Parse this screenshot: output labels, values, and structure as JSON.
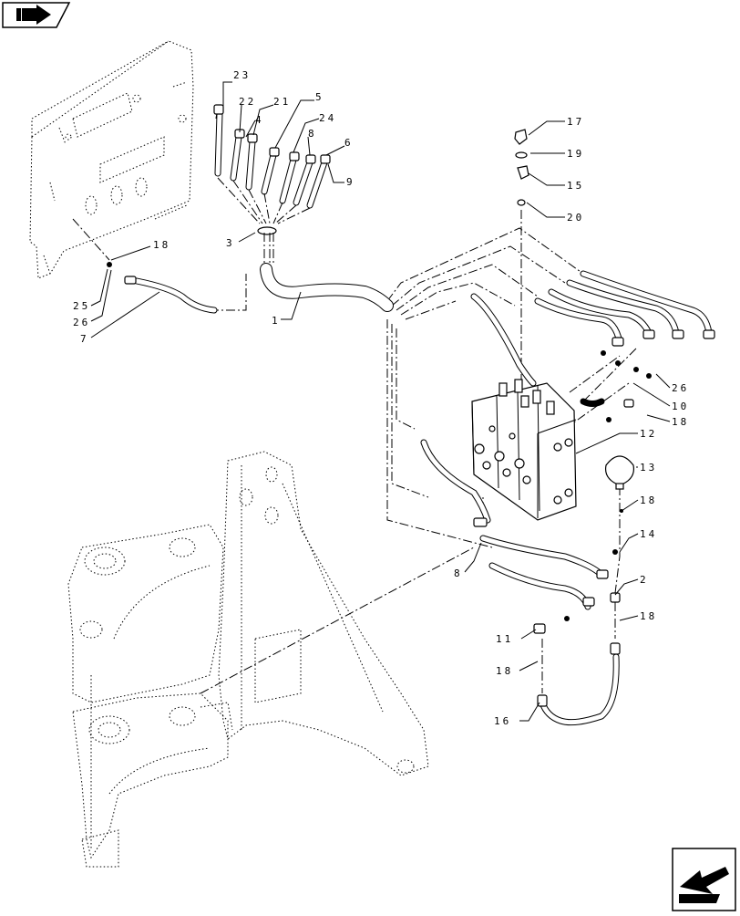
{
  "nav": {
    "top_icon": "book-arrow-icon",
    "bottom_icon": "next-page-arrow-icon"
  },
  "callouts": {
    "c23": "23",
    "c22": "22",
    "c21": "21",
    "c5": "5",
    "c4": "4",
    "c24": "24",
    "c8a": "8",
    "c6": "6",
    "c9": "9",
    "c3": "3",
    "c1": "1",
    "c18a": "18",
    "c25": "25",
    "c26a": "26",
    "c7": "7",
    "c17": "17",
    "c19": "19",
    "c15": "15",
    "c20": "20",
    "c26b": "26",
    "c10": "10",
    "c18b": "18",
    "c12": "12",
    "c13": "13",
    "c18c": "18",
    "c14": "14",
    "c2": "2",
    "c18d": "18",
    "c8b": "8",
    "c11": "11",
    "c18e": "18",
    "c16": "16"
  }
}
